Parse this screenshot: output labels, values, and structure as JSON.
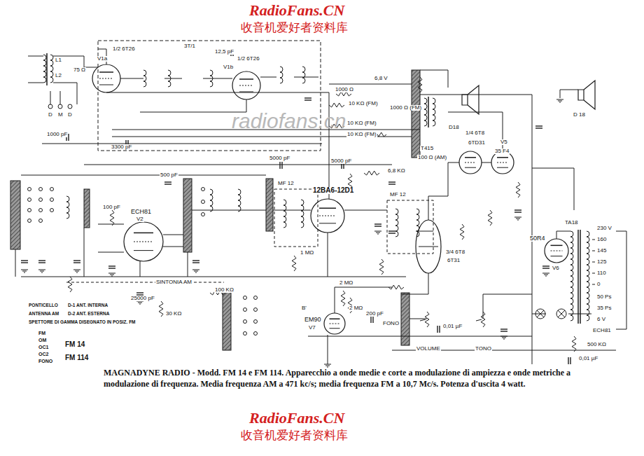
{
  "diagram": {
    "caption": "MAGNADYNE RADIO - Modd. FM 14 e FM 114. Apparecchio a onde medie e corte a modulazione di ampiezza e onde metriche a modulazione di frequenza. Media frequenza AM a 471 kc/s; media frequenza FM a 10,7 Mc/s. Potenza d'uscita 4 watt.",
    "labels": [
      "RadioFans.CN",
      "收音机爱好者资料库",
      "radiofans.cn",
      "L1",
      "L2",
      "75 Ω",
      "D",
      "M",
      "D",
      "1/2 6T26",
      "V1a",
      "3T/1",
      "12,5 pF",
      "V1b",
      "1/2 6T26",
      "1000 Ω",
      "6,8 V",
      "10 KΩ (FM)",
      "10 KΩ (FM)",
      "10 KΩ (FM)",
      "1000 Ω (FM)",
      "1000 pF",
      "3300 pF",
      "ECH81",
      "V2",
      "MF 12",
      "12BA6-12D1",
      "MF 12",
      "6,8 KΩ",
      "5000 pF",
      "1/4 6T8",
      "6TD31",
      "35 F4",
      "V5",
      "D18",
      "T415",
      "100 Ω (AM)",
      "D 18",
      "3/4 6T8",
      "6T31",
      "50R4",
      "V6",
      "TA18",
      "230 V",
      "160",
      "145",
      "125",
      "110",
      "0",
      "50 Ps",
      "35 Ps",
      "6 V",
      "ECH81",
      "500 KΩ",
      "0,01 µF",
      "SINTONIA AM",
      "25000 pF",
      "100 KΩ",
      "30 KΩ",
      "EM90",
      "V7",
      "B'",
      "2 MΩ",
      "2 MΩ",
      "1 MΩ",
      "200 pF",
      "FONO",
      "VOLUME",
      "TONO",
      "0,01 µF",
      "PONTICELLO",
      "D-1 ANT. INTERNA",
      "ANTENNA AM",
      "D-2 ANT. ESTERNA",
      "SPETTORE DI GAMMA DISEGNATO IN POSIZ. FM",
      "FM",
      "OM",
      "OC1",
      "OC2",
      "FONO",
      "FM 14",
      "FM 114",
      "500 pF",
      "5000 pF",
      "100 pF",
      "RadioFans.CN",
      "收音机爱好者资料库"
    ]
  }
}
